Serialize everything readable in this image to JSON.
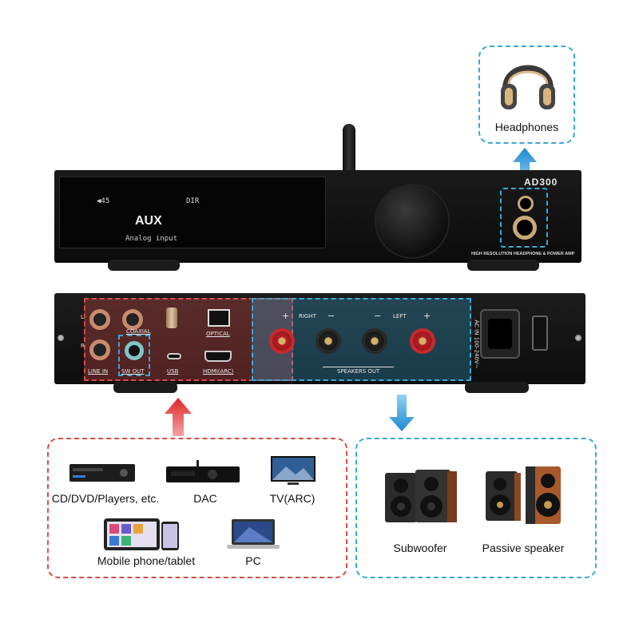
{
  "colors": {
    "accent_blue": "#2aa8df",
    "accent_red": "#e53935",
    "input_box": "#d94b48",
    "output_box": "#39a9d6",
    "panel": "#151515"
  },
  "front_panel": {
    "brand": "AD300",
    "display_volume": "◀45",
    "display_source_flag": "DIR",
    "display_title": "AUX",
    "display_subtitle": "Analog input",
    "tagline": "HIGH RESOLUTION HEADPHONE & POWER AMP"
  },
  "headphones": {
    "label": "Headphones",
    "icon": "headphones-icon"
  },
  "rear_panel": {
    "channel_left_short": "L",
    "channel_right_short": "R",
    "line_in": "LINE IN",
    "coaxial": "COAXIAL",
    "optical": "OPTICAL",
    "sw_out": "SW OUT",
    "usb": "USB",
    "hdmi": "HDMI(ARC)",
    "right": "RIGHT",
    "left": "LEFT",
    "plus": "+",
    "minus": "−",
    "speakers_out": "SPEAKERS OUT",
    "ac_in": "AC IN 100-240V~"
  },
  "inputs": [
    {
      "label": "CD/DVD/Players, etc.",
      "icon": "dvd-player-icon"
    },
    {
      "label": "DAC",
      "icon": "dac-icon"
    },
    {
      "label": "TV(ARC)",
      "icon": "tv-icon"
    },
    {
      "label": "Mobile phone/tablet",
      "icon": "mobile-tablet-icon"
    },
    {
      "label": "PC",
      "icon": "laptop-icon"
    }
  ],
  "outputs": [
    {
      "label": "Subwoofer",
      "icon": "subwoofer-speakers-icon"
    },
    {
      "label": "Passive speaker",
      "icon": "passive-speakers-icon"
    }
  ]
}
